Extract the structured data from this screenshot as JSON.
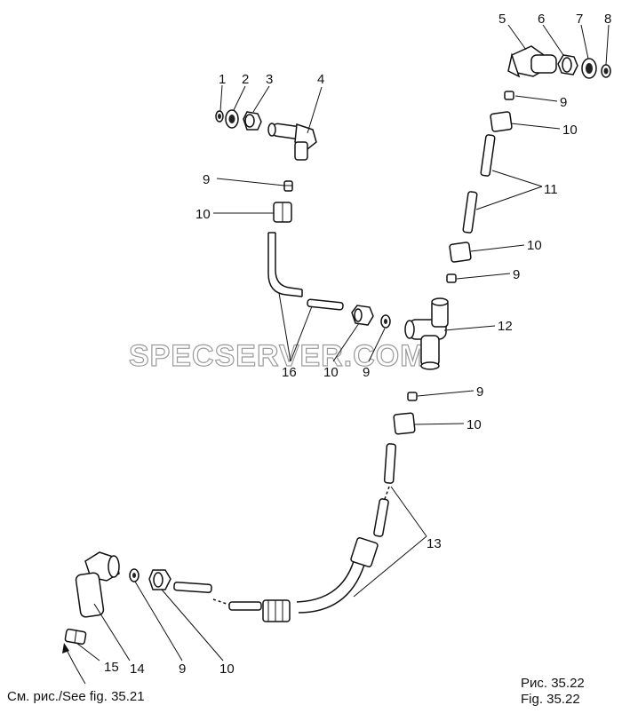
{
  "watermark": "SPECSERVER.COM",
  "figure": {
    "caption_ru": "Рис. 35.22",
    "caption_en": "Fig. 35.22",
    "reference": "См. рис./See fig. 35.21"
  },
  "callouts": [
    {
      "id": "c1",
      "label": "1"
    },
    {
      "id": "c2",
      "label": "2"
    },
    {
      "id": "c3",
      "label": "3"
    },
    {
      "id": "c4",
      "label": "4"
    },
    {
      "id": "c5",
      "label": "5"
    },
    {
      "id": "c6",
      "label": "6"
    },
    {
      "id": "c7",
      "label": "7"
    },
    {
      "id": "c8",
      "label": "8"
    },
    {
      "id": "c9a",
      "label": "9"
    },
    {
      "id": "c10a",
      "label": "10"
    },
    {
      "id": "c11",
      "label": "11"
    },
    {
      "id": "c10b",
      "label": "10"
    },
    {
      "id": "c9b",
      "label": "9"
    },
    {
      "id": "c9c",
      "label": "9"
    },
    {
      "id": "c10c",
      "label": "10"
    },
    {
      "id": "c12",
      "label": "12"
    },
    {
      "id": "c16",
      "label": "16"
    },
    {
      "id": "c10d",
      "label": "10"
    },
    {
      "id": "c9d",
      "label": "9"
    },
    {
      "id": "c9e",
      "label": "9"
    },
    {
      "id": "c10e",
      "label": "10"
    },
    {
      "id": "c13",
      "label": "13"
    },
    {
      "id": "c15",
      "label": "15"
    },
    {
      "id": "c14",
      "label": "14"
    },
    {
      "id": "c9f",
      "label": "9"
    },
    {
      "id": "c10f",
      "label": "10"
    }
  ]
}
